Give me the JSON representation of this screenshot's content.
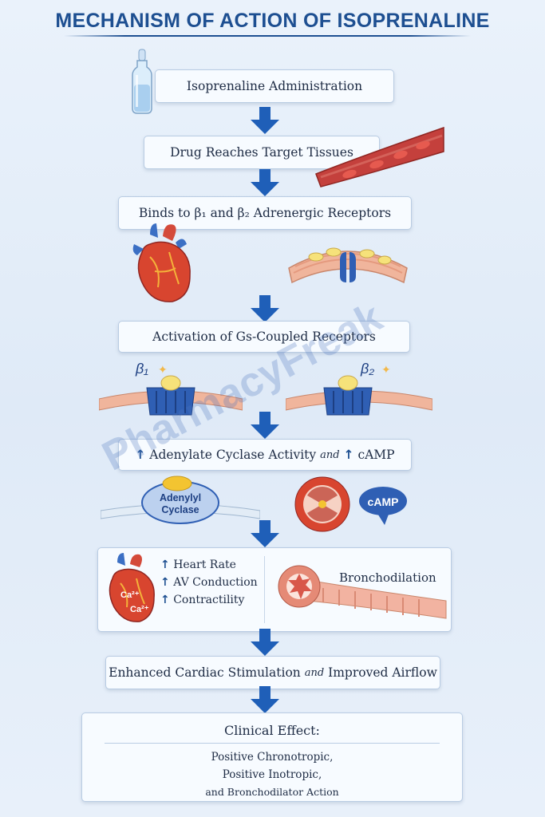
{
  "title": "MECHANISM OF ACTION OF ISOPRENALINE",
  "steps": {
    "s1": "Isoprenaline Administration",
    "s2": "Drug Reaches Target Tissues",
    "s3": "Binds to β₁ and β₂ Adrenergic Receptors",
    "s4": "Activation of Gs-Coupled Receptors",
    "s5_a": "Adenylate Cyclase Activity",
    "s5_and": "and",
    "s5_b": "cAMP",
    "s6_a": "Enhanced Cardiac Stimulation",
    "s6_and": "and",
    "s6_b": "Improved Airflow"
  },
  "receptor_labels": {
    "b1": "β₁",
    "b2": "β₂"
  },
  "enzyme_label": "Adenylyl Cyclase",
  "camp_label": "cAMP",
  "effects": {
    "cardiac": [
      "Heart Rate",
      "AV Conduction",
      "Contractility"
    ],
    "bronchial": "Bronchodilation",
    "ion_1": "Ca²⁺",
    "ion_2": "Ca²⁺"
  },
  "clinical": {
    "title": "Clinical Effect:",
    "lines": [
      "Positive Chronotropic,",
      "Positive Inotropic,",
      "and Bronchodilator Action"
    ]
  },
  "watermark": "PharmacyFreak",
  "colors": {
    "accent": "#1d4f91",
    "arrow": "#1f5fb8",
    "box_border": "#b9cce3"
  }
}
